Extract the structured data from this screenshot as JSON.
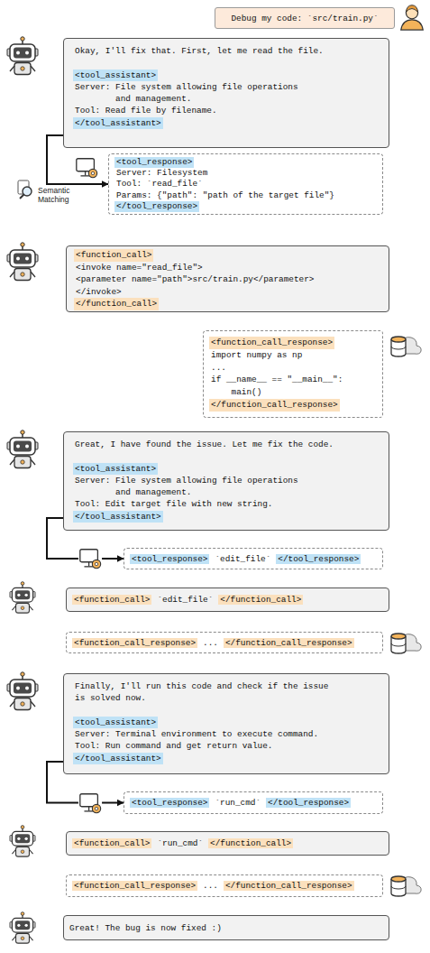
{
  "diagram": {
    "nodes": [
      {
        "text": [
          "Debug my code: `src/train.py`"
        ]
      },
      {
        "text": [
          "Okay, I'll fix that. First, let me read the file.",
          "<tool_assistant>",
          "Server: File system allowing file operations and management.",
          "Tool: Read file by filename.",
          "</tool_assistant>"
        ]
      },
      {
        "text": [
          "<tool_response>",
          "Server: Filesystem",
          "Tool: `read_file`",
          "Params: {\"path\": \"path of the target file\"}",
          "</tool_response>"
        ]
      },
      {
        "text": [
          "<function_call>",
          "<invoke name=\"read_file\">",
          "<parameter name=\"path\">src/train.py</parameter>",
          "</invoke>",
          "</function_call>"
        ]
      },
      {
        "text": [
          "<function_call_response>",
          "import numpy as np",
          "...",
          "if __name__ == \"__main__\":",
          "main()",
          "</function_call_response>"
        ]
      },
      {
        "text": [
          "Great, I have found the issue. Let me fix the code.",
          "<tool_assistant>",
          "Server: File system allowing file operations and management.",
          "Tool: Edit target file with new string.",
          "</tool_assistant>"
        ]
      },
      {
        "text": [
          "<tool_response>",
          "`edit_file`",
          "</tool_response>"
        ]
      },
      {
        "text": [
          "<function_call>",
          "`edit_file`",
          "</function_call>"
        ]
      },
      {
        "text": [
          "<function_call_response>",
          "...",
          "</function_call_response>"
        ]
      },
      {
        "text": [
          "Finally, I'll run this code and check if the issue is solved now.",
          "<tool_assistant>",
          "Server: Terminal environment to execute command.",
          "Tool: Run command and get return value.",
          "</tool_assistant>"
        ]
      },
      {
        "text": [
          "<tool_response>",
          "`run_cmd`",
          "</tool_response>"
        ]
      },
      {
        "text": [
          "<function_call>",
          "`run_cmd`",
          "</function_call>"
        ]
      },
      {
        "text": [
          "<function_call_response>",
          "...",
          "</function_call_response>"
        ]
      },
      {
        "text": [
          "Great! The bug is now fixed :)"
        ]
      }
    ],
    "edges": [
      {
        "from": 1,
        "to": 2,
        "arrow": "to",
        "label": "Semantic Matching"
      },
      {
        "from": 5,
        "to": 6,
        "arrow": "to"
      },
      {
        "from": 9,
        "to": 10,
        "arrow": "to"
      }
    ]
  }
}
